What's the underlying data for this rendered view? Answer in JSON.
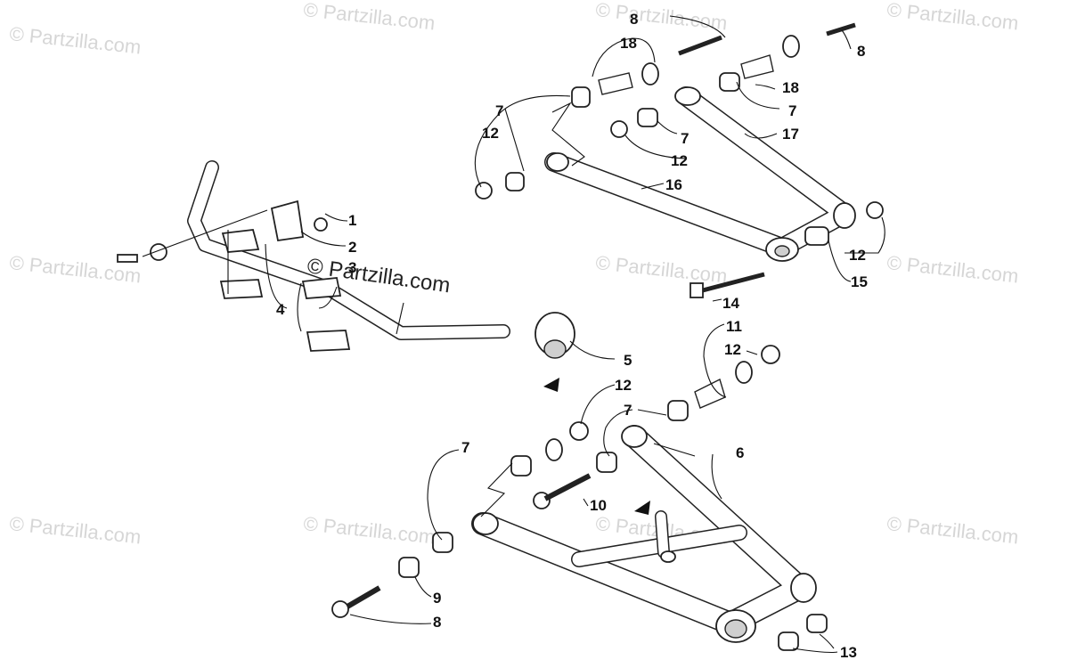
{
  "watermark": "© Partzilla.com",
  "center_watermark": "© Partzilla.com",
  "callouts": [
    "1",
    "2",
    "3",
    "4",
    "5",
    "6",
    "7",
    "8",
    "9",
    "10",
    "11",
    "12",
    "13",
    "14",
    "15",
    "16",
    "17",
    "18"
  ]
}
